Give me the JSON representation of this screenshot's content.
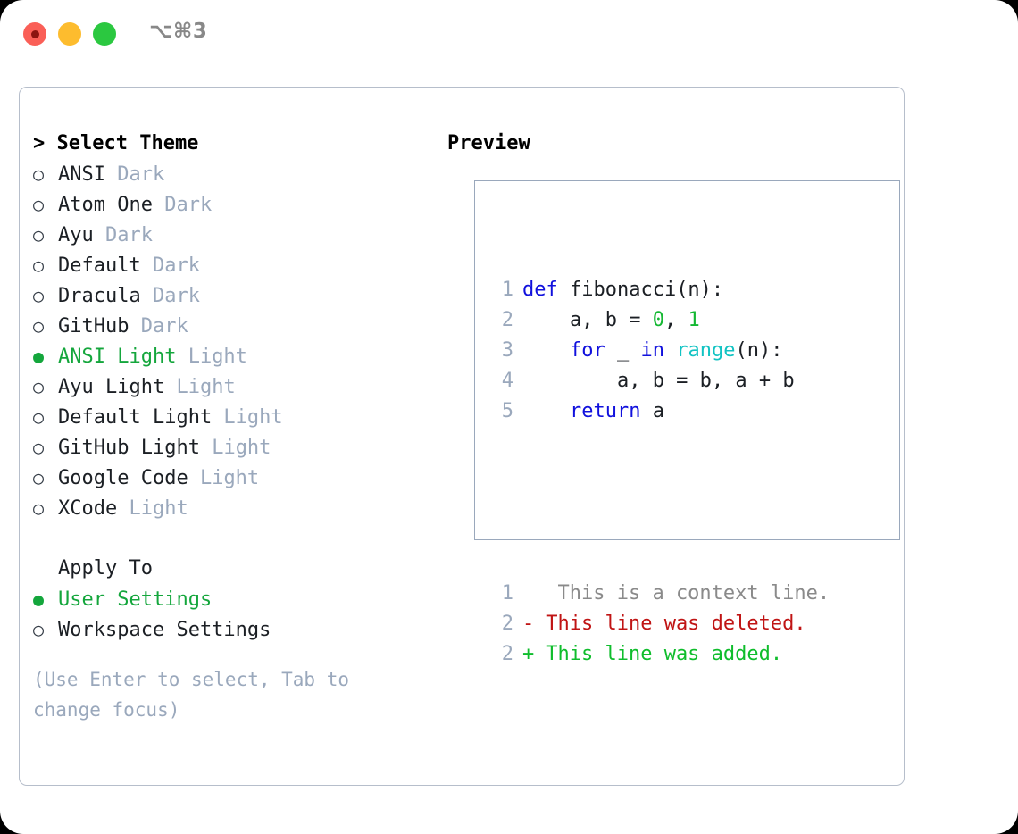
{
  "titlebar": {
    "shortcut": "⌥⌘3",
    "lights": [
      {
        "name": "close",
        "color": "#fa5f57"
      },
      {
        "name": "minimize",
        "color": "#fdbc2e"
      },
      {
        "name": "maximize",
        "color": "#2bc840"
      }
    ]
  },
  "theme_picker": {
    "header": "> Select Theme",
    "bullet_selected": "●",
    "bullet_unselected": "○",
    "accent_color": "#14a63c",
    "muted_color": "#9aa8bc",
    "items": [
      {
        "label": "ANSI",
        "kind": "Dark",
        "selected": false
      },
      {
        "label": "Atom One",
        "kind": "Dark",
        "selected": false
      },
      {
        "label": "Ayu",
        "kind": "Dark",
        "selected": false
      },
      {
        "label": "Default",
        "kind": "Dark",
        "selected": false
      },
      {
        "label": "Dracula",
        "kind": "Dark",
        "selected": false
      },
      {
        "label": "GitHub",
        "kind": "Dark",
        "selected": false
      },
      {
        "label": "ANSI Light",
        "kind": "Light",
        "selected": true
      },
      {
        "label": "Ayu Light",
        "kind": "Light",
        "selected": false
      },
      {
        "label": "Default Light",
        "kind": "Light",
        "selected": false
      },
      {
        "label": "GitHub Light",
        "kind": "Light",
        "selected": false
      },
      {
        "label": "Google Code",
        "kind": "Light",
        "selected": false
      },
      {
        "label": "XCode",
        "kind": "Light",
        "selected": false
      }
    ]
  },
  "apply_to": {
    "header": "Apply To",
    "items": [
      {
        "label": "User Settings",
        "selected": true
      },
      {
        "label": "Workspace Settings",
        "selected": false
      }
    ]
  },
  "hint": "(Use Enter to select, Tab to change focus)",
  "preview": {
    "header": "Preview",
    "code_lines": [
      {
        "no": "1",
        "tokens": [
          {
            "t": "def ",
            "c": "kw"
          },
          {
            "t": "fibonacci(n):",
            "c": "id"
          }
        ]
      },
      {
        "no": "2",
        "tokens": [
          {
            "t": "    a, b = ",
            "c": "id"
          },
          {
            "t": "0",
            "c": "num"
          },
          {
            "t": ", ",
            "c": "id"
          },
          {
            "t": "1",
            "c": "num"
          }
        ]
      },
      {
        "no": "3",
        "tokens": [
          {
            "t": "    ",
            "c": "id"
          },
          {
            "t": "for",
            "c": "kw"
          },
          {
            "t": " _ ",
            "c": "id"
          },
          {
            "t": "in",
            "c": "kw"
          },
          {
            "t": " ",
            "c": "id"
          },
          {
            "t": "range",
            "c": "fn"
          },
          {
            "t": "(n):",
            "c": "id"
          }
        ]
      },
      {
        "no": "4",
        "tokens": [
          {
            "t": "        a, b = b, a + b",
            "c": "id"
          }
        ]
      },
      {
        "no": "5",
        "tokens": [
          {
            "t": "    ",
            "c": "id"
          },
          {
            "t": "return",
            "c": "kw"
          },
          {
            "t": " a",
            "c": "id"
          }
        ]
      }
    ],
    "diff_lines": [
      {
        "no": "1",
        "marker": " ",
        "text": "  This is a context line.",
        "kind": "ctx"
      },
      {
        "no": "2",
        "marker": "-",
        "text": " This line was deleted.",
        "kind": "del"
      },
      {
        "no": "2",
        "marker": "+",
        "text": " This line was added.",
        "kind": "add"
      }
    ]
  }
}
